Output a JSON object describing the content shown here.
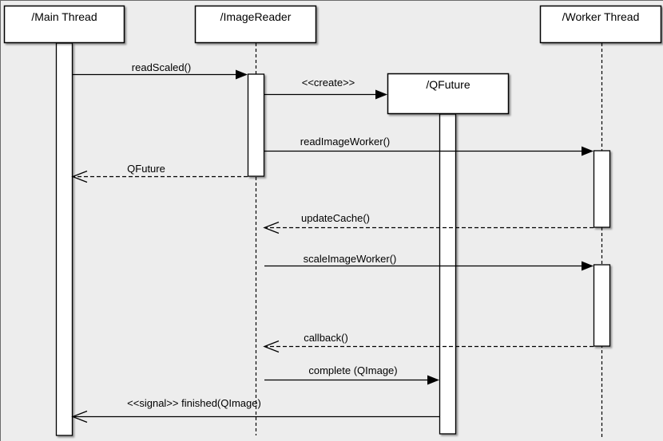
{
  "diagram": {
    "type": "uml-sequence-diagram",
    "background_color": "#ededed",
    "stroke_color": "#000000",
    "box_fill_color": "#ffffff",
    "lifelines": [
      {
        "name": "main-thread",
        "label": "/Main Thread"
      },
      {
        "name": "image-reader",
        "label": "/ImageReader"
      },
      {
        "name": "qfuture",
        "label": "/QFuture"
      },
      {
        "name": "worker-thread",
        "label": "/Worker Thread"
      }
    ],
    "messages": [
      {
        "label": "readScaled()",
        "from": "main-thread",
        "to": "image-reader",
        "kind": "synchronous-call"
      },
      {
        "label": "<<create>>",
        "from": "image-reader",
        "to": "qfuture",
        "kind": "create"
      },
      {
        "label": "readImageWorker()",
        "from": "image-reader",
        "to": "worker-thread",
        "kind": "synchronous-call"
      },
      {
        "label": "QFuture",
        "from": "image-reader",
        "to": "main-thread",
        "kind": "return"
      },
      {
        "label": "updateCache()",
        "from": "worker-thread",
        "to": "image-reader",
        "kind": "return"
      },
      {
        "label": "scaleImageWorker()",
        "from": "image-reader",
        "to": "worker-thread",
        "kind": "synchronous-call"
      },
      {
        "label": "callback()",
        "from": "worker-thread",
        "to": "image-reader",
        "kind": "return"
      },
      {
        "label": "complete (QImage)",
        "from": "image-reader",
        "to": "qfuture",
        "kind": "synchronous-call"
      },
      {
        "label": "<<signal>> finished(QImage)",
        "from": "qfuture",
        "to": "main-thread",
        "kind": "signal"
      }
    ]
  }
}
